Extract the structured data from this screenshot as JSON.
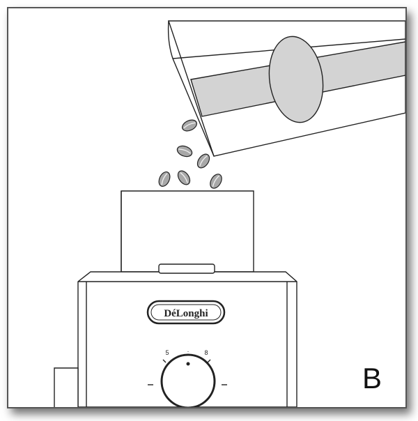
{
  "figure": {
    "panel_label": "B",
    "brand_logo_text": "DéLonghi",
    "dial_marks": [
      "5",
      "·",
      "8"
    ],
    "colors": {
      "line": "#222222",
      "bag_stripe": "#d3d3d3",
      "bean": "#a8a8a8",
      "frame_shadow": "#555555"
    }
  }
}
